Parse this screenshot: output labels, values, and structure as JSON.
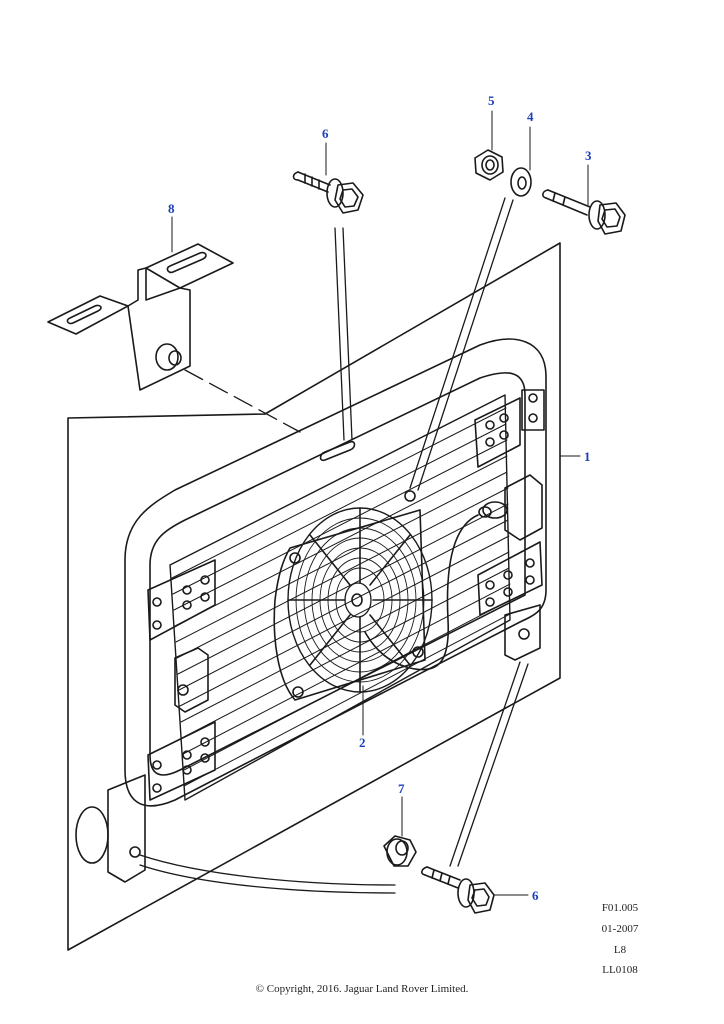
{
  "callouts": {
    "c1": "1",
    "c2": "2",
    "c3": "3",
    "c4": "4",
    "c5": "5",
    "c6_top": "6",
    "c6_bottom": "6",
    "c7": "7",
    "c8": "8"
  },
  "reference": {
    "figure": "F01.005",
    "date": "01-2007",
    "level": "L8",
    "code": "LL0108"
  },
  "copyright": "© Copyright, 2016. Jaguar Land Rover Limited.",
  "colors": {
    "callout": "#1b3fb8",
    "line": "#1a1a1a"
  }
}
